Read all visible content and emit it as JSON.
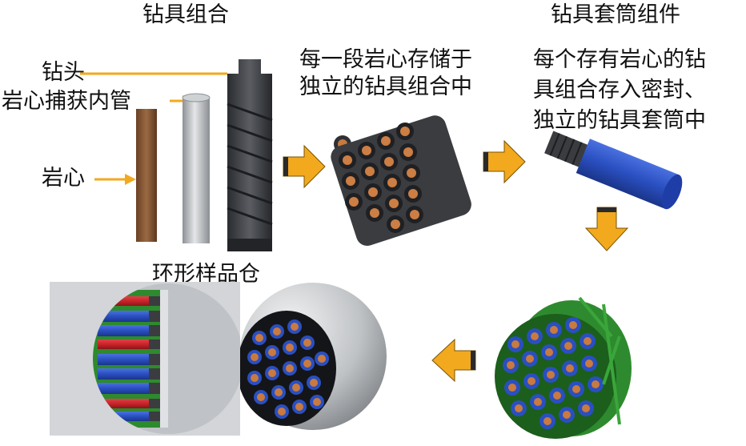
{
  "titles": {
    "assembly": "钻具组合",
    "sleeve_assembly": "钻具套筒组件",
    "ring_bin": "环形样品仓"
  },
  "labels": {
    "bit": "钻头",
    "inner_tube": "岩心捕获内管",
    "core": "岩心"
  },
  "captions": {
    "stage2": [
      "每一段岩心存储于",
      "独立的钻具组合中"
    ],
    "stage3": [
      "每个存有岩心的钻",
      "具组合存入密封、",
      "独立的钻具套筒中"
    ]
  },
  "colors": {
    "arrow": "#f2a91e",
    "sleeve_blue": "#2a4fc0",
    "frame_green": "#2e8a2e",
    "core_brown": "#8a5a36",
    "tube_gray": "#b9bcc0",
    "bit_dark": "#3a3c40",
    "red_tube": "#c8242a"
  }
}
